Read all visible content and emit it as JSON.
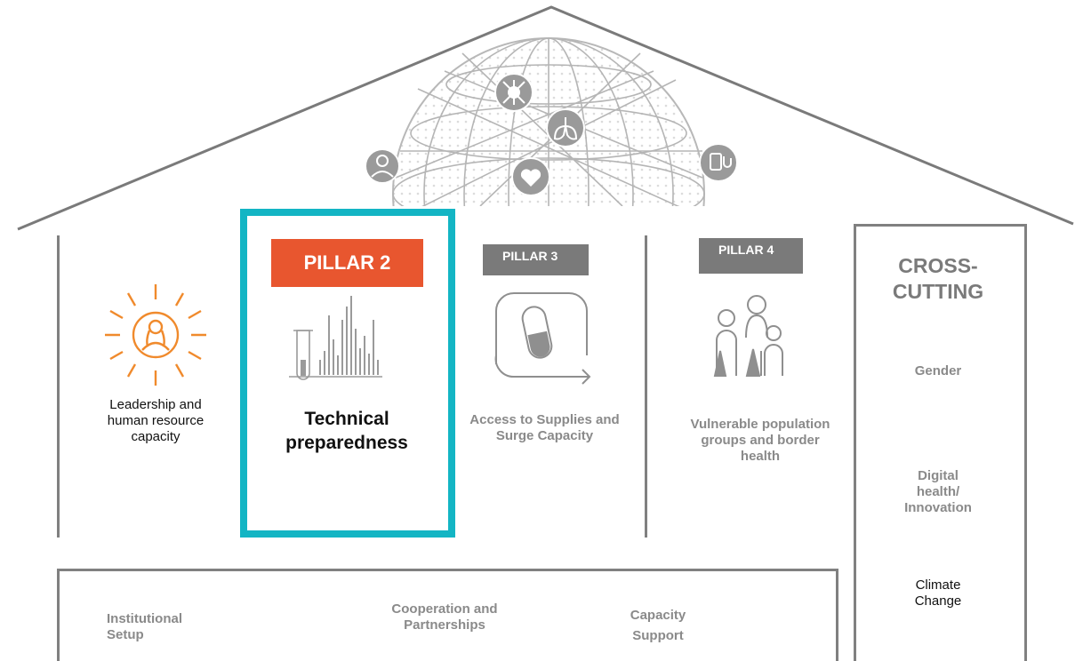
{
  "colors": {
    "accent_orange": "#e8562f",
    "highlight_teal": "#13b5c4",
    "grey": "#7a7a7a",
    "icon_orange": "#f08a2c"
  },
  "pillar1": {
    "title": "Leadership and human resource capacity",
    "icon": "person-sun-icon"
  },
  "pillar2": {
    "badge": "PILLAR 2",
    "title": "Technical preparedness",
    "icon": "test-tube-chart-icon"
  },
  "pillar3": {
    "badge": "PILLAR 3",
    "title": "Access to Supplies and Surge Capacity",
    "icon": "capsule-icon"
  },
  "pillar4": {
    "badge": "PILLAR 4",
    "title": "Vulnerable population groups and border health",
    "icon": "family-icon"
  },
  "cross_cutting": {
    "title": "CROSS-CUTTING",
    "items": [
      "Gender",
      "Digital health/ Innovation",
      "Climate Change"
    ]
  },
  "foundation": {
    "items": [
      "Institutional Setup",
      "Cooperation and Partnerships",
      "Capacity Support"
    ]
  },
  "globe_icons": [
    "doctor-icon",
    "virus-icon",
    "lungs-icon",
    "heart-icon",
    "telehealth-icon"
  ]
}
